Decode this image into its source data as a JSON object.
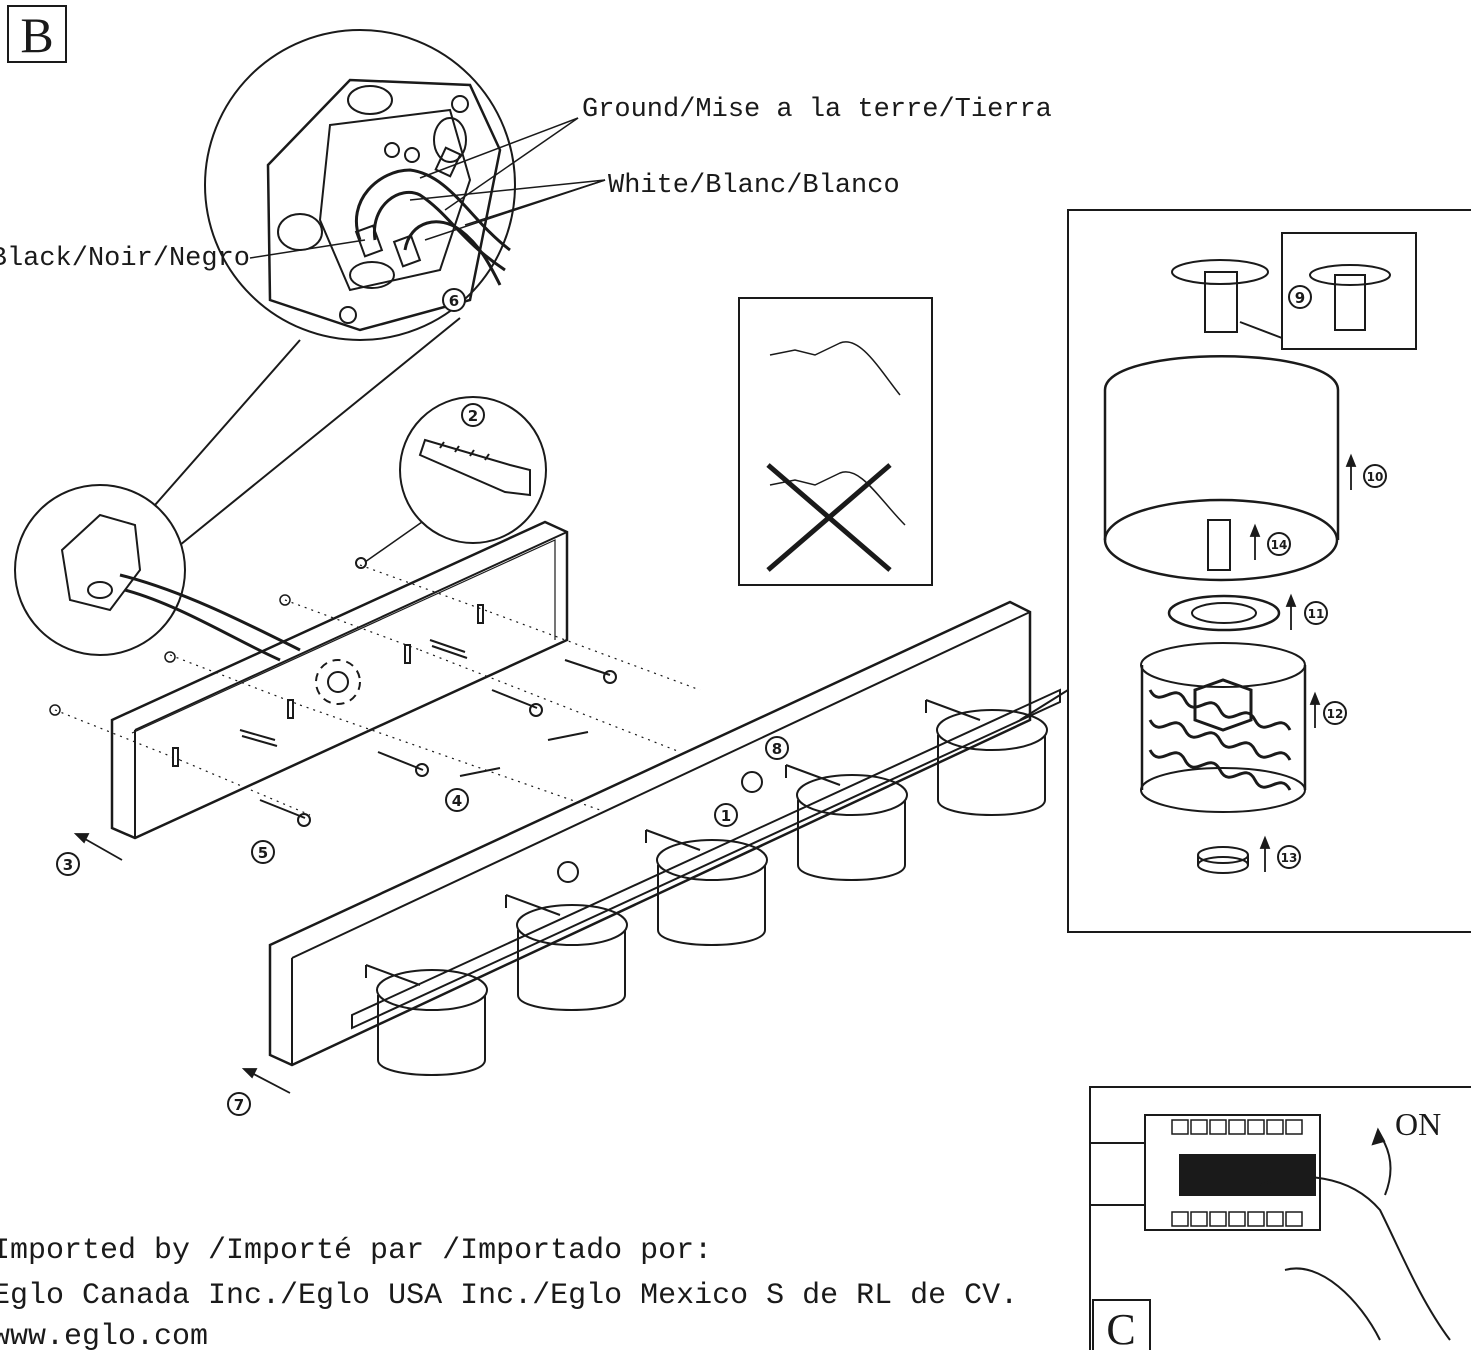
{
  "section_labels": {
    "b": "B",
    "c": "C"
  },
  "wire_labels": {
    "ground": "Ground/Mise a la terre/Tierra",
    "white": "White/Blanc/Blanco",
    "black": "Black/Noir/Negro"
  },
  "steps": [
    "1",
    "2",
    "3",
    "4",
    "5",
    "6",
    "7",
    "8",
    "9",
    "10",
    "11",
    "12",
    "13",
    "14"
  ],
  "breaker_label": "ON",
  "footer": {
    "line1": "Imported by /Importé par /Importado por:",
    "line2": "Eglo Canada Inc./Eglo USA Inc./Eglo Mexico S de RL de CV.",
    "line3": "www.eglo.com"
  },
  "colors": {
    "ink": "#1a1a1a",
    "background": "#ffffff"
  }
}
